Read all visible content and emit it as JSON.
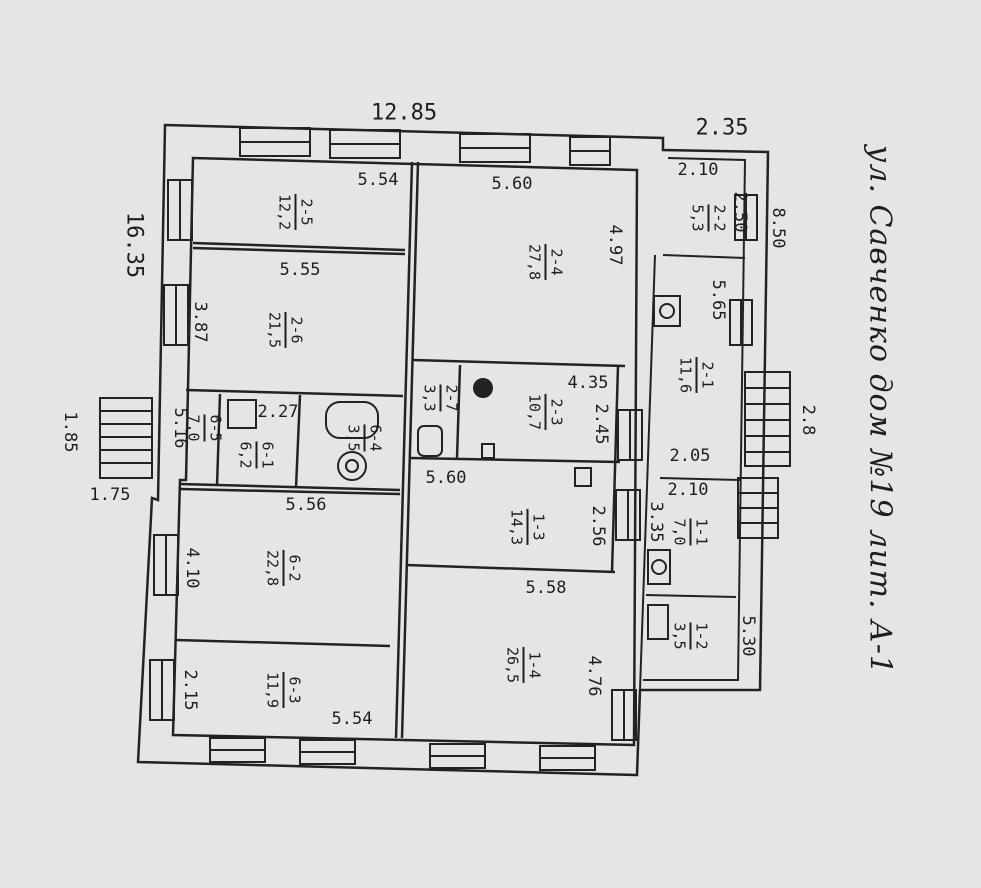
{
  "title": "ул. Савченко дом №19 лит. А-1",
  "dimensions": {
    "top_overall": "12.85",
    "top_right": "2.35",
    "left_overall": "16.35",
    "right_upper": "8.50",
    "right_lower": "5.30",
    "porch_left_h": "1.85",
    "porch_left_w": "1.75",
    "porch_right": "2.8",
    "r25_top": "5.54",
    "r26_w": "5.55",
    "r26_h": "3.87",
    "r24_top": "5.60",
    "r24_h": "4.97",
    "r23_w": "4.35",
    "r23_h": "2.45",
    "r13_top": "5.60",
    "r13_h": "2.56",
    "r14_top": "5.58",
    "r14_h": "4.76",
    "r62_top": "5.56",
    "r62_h": "4.10",
    "r63_h": "2.15",
    "r63_w": "5.54",
    "r22_w": "2.10",
    "r22_h": "2.50",
    "r21_h": "5.65",
    "r21_w": "2.05",
    "r11_w": "2.10",
    "r11_h": "3.35",
    "r65_w": "2.27",
    "small_left": "5.16"
  },
  "rooms": [
    {
      "code": "2-5",
      "area": "12,2"
    },
    {
      "code": "2-6",
      "area": "21,5"
    },
    {
      "code": "2-4",
      "area": "27,8"
    },
    {
      "code": "2-3",
      "area": "10,7"
    },
    {
      "code": "2-7",
      "area": "3,3"
    },
    {
      "code": "2-2",
      "area": "5,3"
    },
    {
      "code": "2-1",
      "area": "11,6"
    },
    {
      "code": "1-3",
      "area": "14,3"
    },
    {
      "code": "1-4",
      "area": "26,5"
    },
    {
      "code": "1-1",
      "area": "7,0"
    },
    {
      "code": "1-2",
      "area": "3,5"
    },
    {
      "code": "6-2",
      "area": "22,8"
    },
    {
      "code": "6-3",
      "area": "11,9"
    },
    {
      "code": "6-1",
      "area": "6,2"
    },
    {
      "code": "6-5",
      "area": "7,0"
    },
    {
      "code": "6-4",
      "area": "3,5"
    }
  ]
}
